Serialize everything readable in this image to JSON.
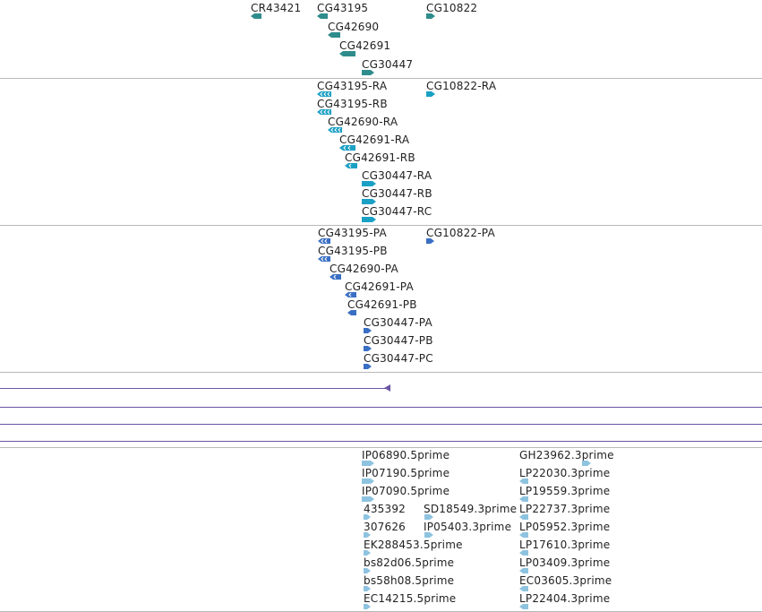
{
  "colors": {
    "gene": "#2f8c8c",
    "transcript": "#1aa0c4",
    "protein": "#3a6fc4",
    "est": "#8ec3e0",
    "line": "#6a56a4",
    "separator": "#b8b8b8"
  },
  "tracks": {
    "genes": [
      {
        "label": "CR43421",
        "dir": "left"
      },
      {
        "label": "CG43195",
        "dir": "left"
      },
      {
        "label": "CG10822",
        "dir": "right"
      },
      {
        "label": "CG42690",
        "dir": "left"
      },
      {
        "label": "CG42691",
        "dir": "left"
      },
      {
        "label": "CG30447",
        "dir": "right"
      }
    ],
    "transcripts": [
      {
        "label": "CG43195-RA",
        "dir": "left"
      },
      {
        "label": "CG10822-RA",
        "dir": "right"
      },
      {
        "label": "CG43195-RB",
        "dir": "left"
      },
      {
        "label": "CG42690-RA",
        "dir": "left"
      },
      {
        "label": "CG42691-RA",
        "dir": "left"
      },
      {
        "label": "CG42691-RB",
        "dir": "left"
      },
      {
        "label": "CG30447-RA",
        "dir": "right"
      },
      {
        "label": "CG30447-RB",
        "dir": "right"
      },
      {
        "label": "CG30447-RC",
        "dir": "right"
      }
    ],
    "proteins": [
      {
        "label": "CG43195-PA",
        "dir": "left"
      },
      {
        "label": "CG10822-PA",
        "dir": "right"
      },
      {
        "label": "CG43195-PB",
        "dir": "left"
      },
      {
        "label": "CG42690-PA",
        "dir": "left"
      },
      {
        "label": "CG42691-PA",
        "dir": "left"
      },
      {
        "label": "CG42691-PB",
        "dir": "left"
      },
      {
        "label": "CG30447-PA",
        "dir": "right"
      },
      {
        "label": "CG30447-PB",
        "dir": "right"
      },
      {
        "label": "CG30447-PC",
        "dir": "right"
      }
    ],
    "ests": [
      {
        "label": "IP06890.5prime",
        "dir": "right"
      },
      {
        "label": "GH23962.3prime",
        "dir": "right"
      },
      {
        "label": "IP07190.5prime",
        "dir": "right"
      },
      {
        "label": "LP22030.3prime",
        "dir": "left"
      },
      {
        "label": "IP07090.5prime",
        "dir": "right"
      },
      {
        "label": "LP19559.3prime",
        "dir": "left"
      },
      {
        "label": "435392",
        "dir": "right"
      },
      {
        "label": "SD18549.3prime",
        "dir": "right"
      },
      {
        "label": "LP22737.3prime",
        "dir": "left"
      },
      {
        "label": "307626",
        "dir": "right"
      },
      {
        "label": "IP05403.3prime",
        "dir": "right"
      },
      {
        "label": "LP05952.3prime",
        "dir": "left"
      },
      {
        "label": "EK288453.5prime",
        "dir": "right"
      },
      {
        "label": "LP17610.3prime",
        "dir": "left"
      },
      {
        "label": "bs82d06.5prime",
        "dir": "right"
      },
      {
        "label": "LP03409.3prime",
        "dir": "left"
      },
      {
        "label": "bs58h08.5prime",
        "dir": "right"
      },
      {
        "label": "EC03605.3prime",
        "dir": "left"
      },
      {
        "label": "EC14215.5prime",
        "dir": "right"
      },
      {
        "label": "LP22404.3prime",
        "dir": "left"
      }
    ]
  }
}
